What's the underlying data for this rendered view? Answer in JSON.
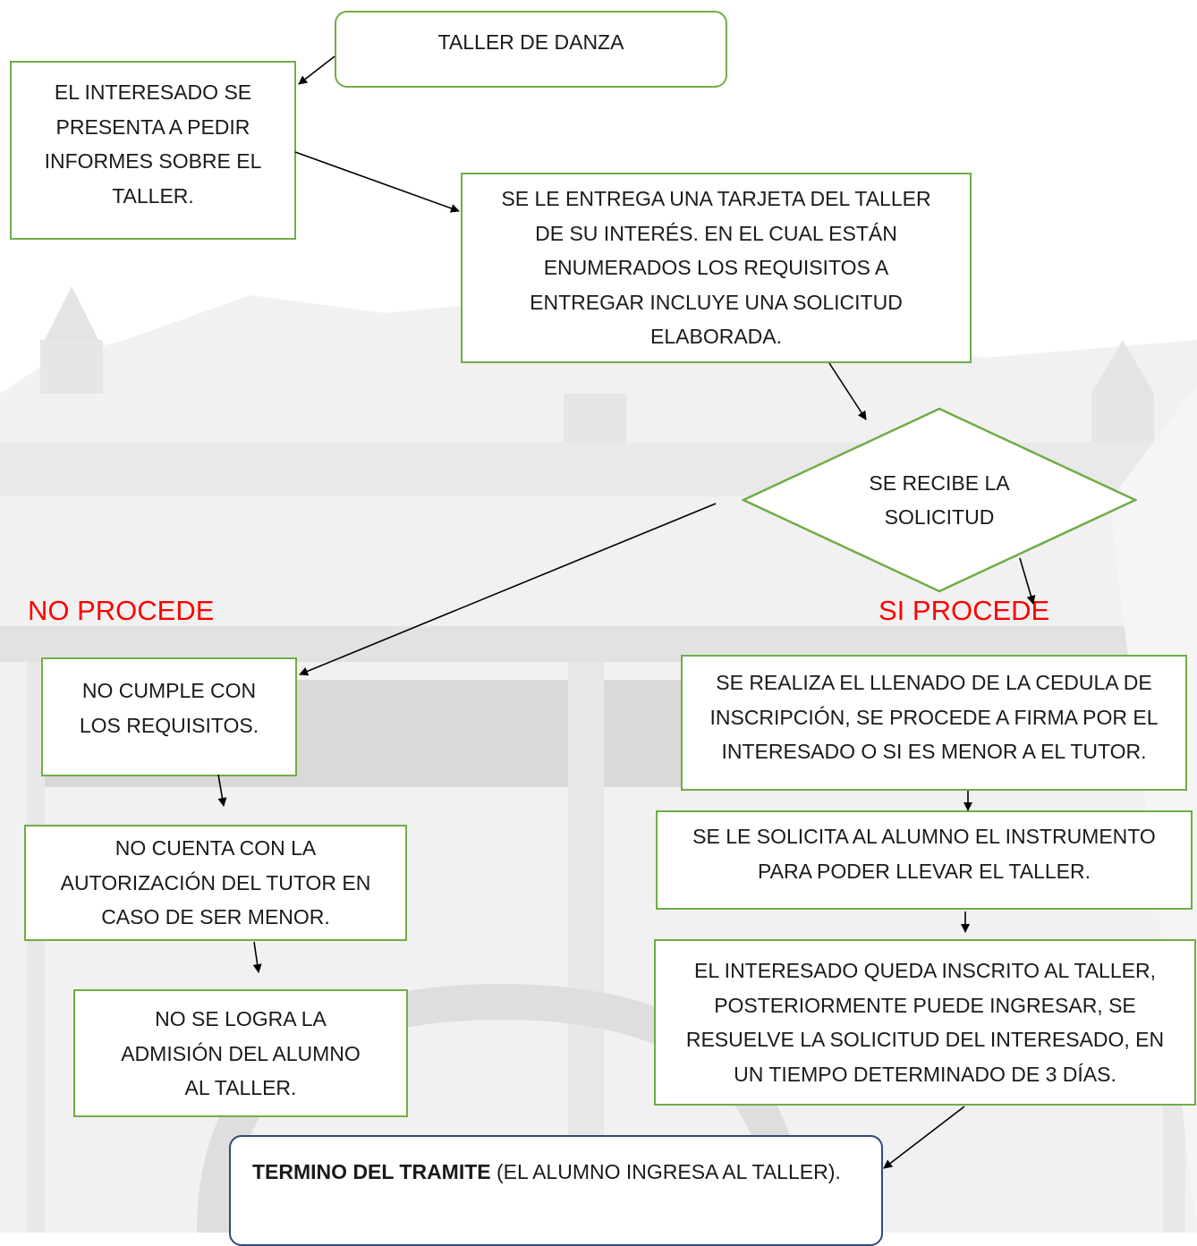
{
  "nodes": {
    "start": "TALLER DE DANZA",
    "step1": "EL INTERESADO SE PRESENTA A PEDIR INFORMES SOBRE EL TALLER.",
    "step2": "SE LE ENTREGA UNA TARJETA DEL TALLER DE SU INTERÉS. EN EL CUAL ESTÁN ENUMERADOS LOS REQUISITOS A ENTREGAR INCLUYE UNA SOLICITUD ELABORADA.",
    "decision": "SE RECIBE LA SOLICITUD",
    "no_1": "NO CUMPLE CON LOS REQUISITOS.",
    "no_2": "NO CUENTA CON LA AUTORIZACIÓN DEL TUTOR EN CASO DE SER MENOR.",
    "no_3": "NO SE LOGRA LA ADMISIÓN DEL ALUMNO AL TALLER.",
    "yes_1": "SE REALIZA EL LLENADO DE LA CEDULA DE INSCRIPCIÓN, SE PROCEDE A FIRMA POR EL INTERESADO O SI ES MENOR A EL TUTOR.",
    "yes_2": "SE LE SOLICITA AL ALUMNO EL INSTRUMENTO PARA PODER LLEVAR EL TALLER.",
    "yes_3": "EL INTERESADO QUEDA INSCRITO AL TALLER, POSTERIORMENTE PUEDE INGRESAR, SE RESUELVE LA SOLICITUD DEL INTERESADO, EN UN TIEMPO DETERMINADO DE 3 DÍAS.",
    "end_bold": "TERMINO DEL TRAMITE",
    "end_rest": " (EL ALUMNO INGRESA AL TALLER)."
  },
  "lines": {
    "step1": [
      "EL INTERESADO SE",
      "PRESENTA A PEDIR",
      "INFORMES SOBRE EL",
      "TALLER."
    ],
    "step2": [
      "SE LE ENTREGA UNA TARJETA DEL TALLER",
      "DE SU INTERÉS. EN EL CUAL ESTÁN",
      "ENUMERADOS LOS REQUISITOS A",
      "ENTREGAR INCLUYE UNA SOLICITUD",
      "ELABORADA."
    ],
    "decision": [
      "SE RECIBE LA",
      "SOLICITUD"
    ],
    "no_1": [
      "NO CUMPLE CON",
      "LOS REQUISITOS."
    ],
    "no_2": [
      "NO CUENTA CON LA",
      "AUTORIZACIÓN DEL TUTOR EN",
      "CASO DE SER MENOR."
    ],
    "no_3": [
      "NO SE LOGRA LA",
      "ADMISIÓN DEL ALUMNO",
      "AL TALLER."
    ],
    "yes_1": [
      "SE REALIZA EL LLENADO DE LA CEDULA DE",
      "INSCRIPCIÓN, SE PROCEDE A FIRMA POR EL",
      "INTERESADO O SI ES MENOR A EL TUTOR."
    ],
    "yes_2": [
      "SE LE SOLICITA AL ALUMNO EL INSTRUMENTO",
      "PARA PODER LLEVAR EL TALLER."
    ],
    "yes_3": [
      "EL INTERESADO QUEDA INSCRITO AL TALLER,",
      "POSTERIORMENTE PUEDE INGRESAR, SE",
      "RESUELVE LA SOLICITUD DEL INTERESADO, EN",
      "UN TIEMPO DETERMINADO DE 3 DÍAS."
    ]
  },
  "branches": {
    "no_label": "NO PROCEDE",
    "yes_label": "SI PROCEDE"
  },
  "colors": {
    "box_border": "#70ad47",
    "end_border": "#2f4b7c",
    "branch_label": "#ff0000",
    "arrow": "#000000"
  }
}
